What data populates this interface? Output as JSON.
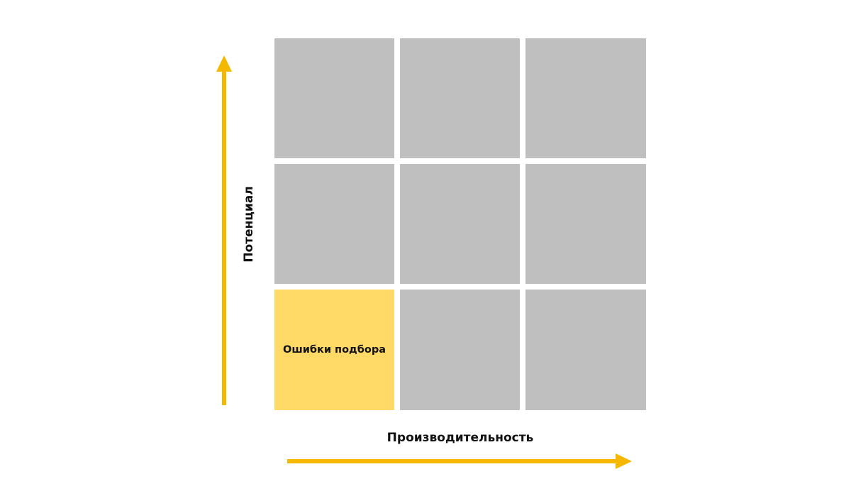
{
  "diagram": {
    "y_axis_label": "Потенциал",
    "x_axis_label": "Производительность",
    "grid": {
      "rows": 3,
      "cols": 3,
      "cells": [
        {
          "row": 1,
          "col": 1,
          "label": "",
          "highlighted": false
        },
        {
          "row": 1,
          "col": 2,
          "label": "",
          "highlighted": false
        },
        {
          "row": 1,
          "col": 3,
          "label": "",
          "highlighted": false
        },
        {
          "row": 2,
          "col": 1,
          "label": "",
          "highlighted": false
        },
        {
          "row": 2,
          "col": 2,
          "label": "",
          "highlighted": false
        },
        {
          "row": 2,
          "col": 3,
          "label": "",
          "highlighted": false
        },
        {
          "row": 3,
          "col": 1,
          "label": "Ошибки подбора",
          "highlighted": true
        },
        {
          "row": 3,
          "col": 2,
          "label": "",
          "highlighted": false
        },
        {
          "row": 3,
          "col": 3,
          "label": "",
          "highlighted": false
        }
      ]
    },
    "colors": {
      "cell": "#bfbfbf",
      "highlight": "#ffd966",
      "arrow": "#f5b800",
      "text": "#111111"
    }
  }
}
